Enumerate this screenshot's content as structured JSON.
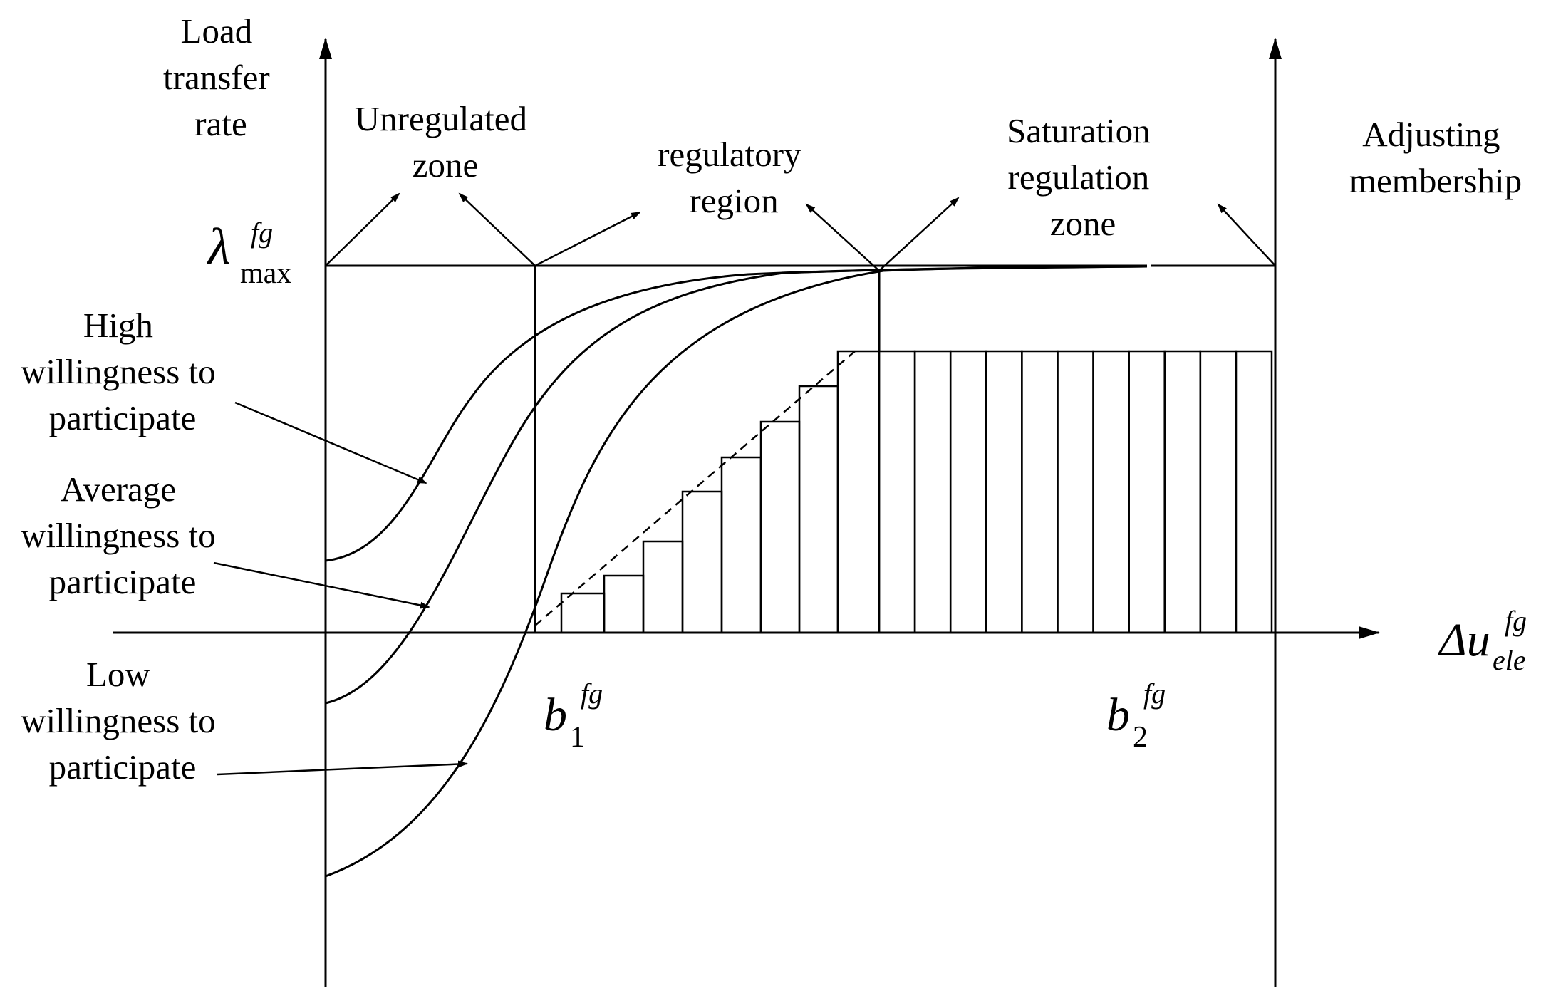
{
  "y_axis": {
    "label_lines": [
      "Load",
      "transfer",
      "rate"
    ]
  },
  "right_axis": {
    "label_lines": [
      "Adjusting",
      "membership"
    ]
  },
  "x_axis": {
    "symbol": "Δu",
    "superscript": "fg",
    "subscript": "ele"
  },
  "lambda_max": {
    "symbol": "λ",
    "superscript": "fg",
    "subscript": "max"
  },
  "b1": {
    "symbol": "b",
    "subscript": "1",
    "superscript": "fg"
  },
  "b2": {
    "symbol": "b",
    "subscript": "2",
    "superscript": "fg"
  },
  "zones": {
    "unregulated": [
      "Unregulated",
      "zone"
    ],
    "regulatory": [
      "regulatory",
      "region"
    ],
    "saturation": [
      "Saturation",
      "regulation",
      "zone"
    ]
  },
  "curves": {
    "high": [
      "High",
      "willingness to",
      "participate"
    ],
    "average": [
      "Average",
      "willingness to",
      "participate"
    ],
    "low": [
      "Low",
      "willingness to",
      "participate"
    ]
  },
  "steps": {
    "count_rising": 8,
    "count_saturated": 11
  },
  "colors": {
    "ink": "#000000",
    "background": "#ffffff"
  }
}
